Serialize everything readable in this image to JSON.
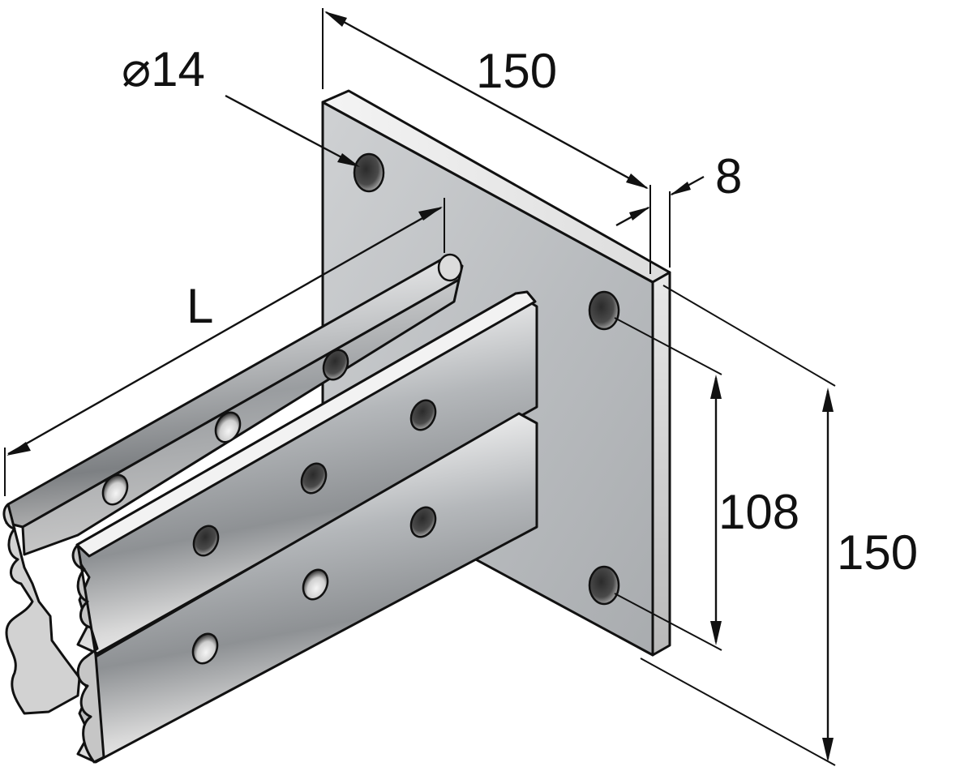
{
  "diagram": {
    "dimensions": {
      "hole_diameter": "⌀14",
      "plate_width": "150",
      "plate_thickness": "8",
      "length": "L",
      "hole_spacing": "108",
      "plate_height": "150"
    }
  }
}
